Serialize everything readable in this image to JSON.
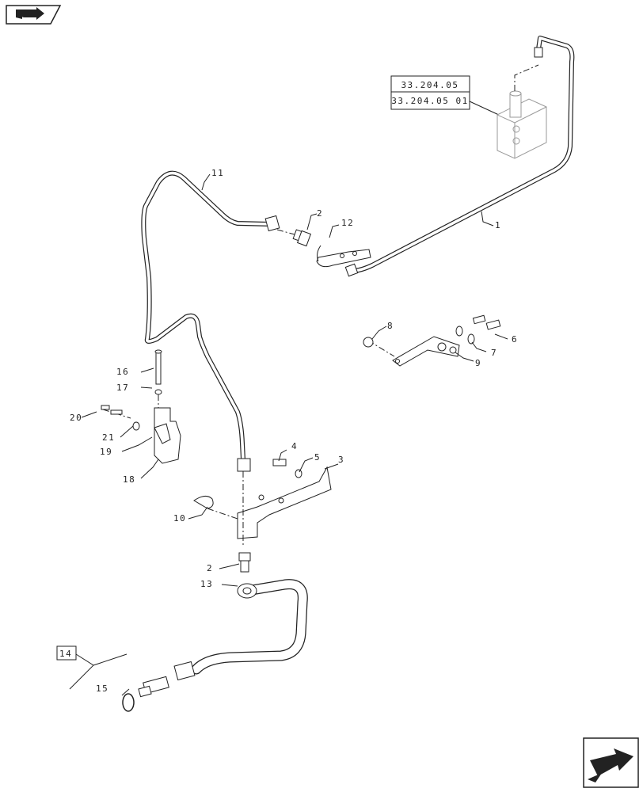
{
  "diagram": {
    "references": [
      "33.204.05",
      "33.204.05 01"
    ],
    "callouts": [
      "1",
      "2",
      "2",
      "3",
      "4",
      "5",
      "6",
      "7",
      "8",
      "9",
      "10",
      "11",
      "12",
      "13",
      "14",
      "15",
      "16",
      "17",
      "18",
      "19",
      "20",
      "21"
    ]
  },
  "icons": {
    "top_left": "book-arrow-icon",
    "bottom_right": "next-page-arrow-icon"
  }
}
